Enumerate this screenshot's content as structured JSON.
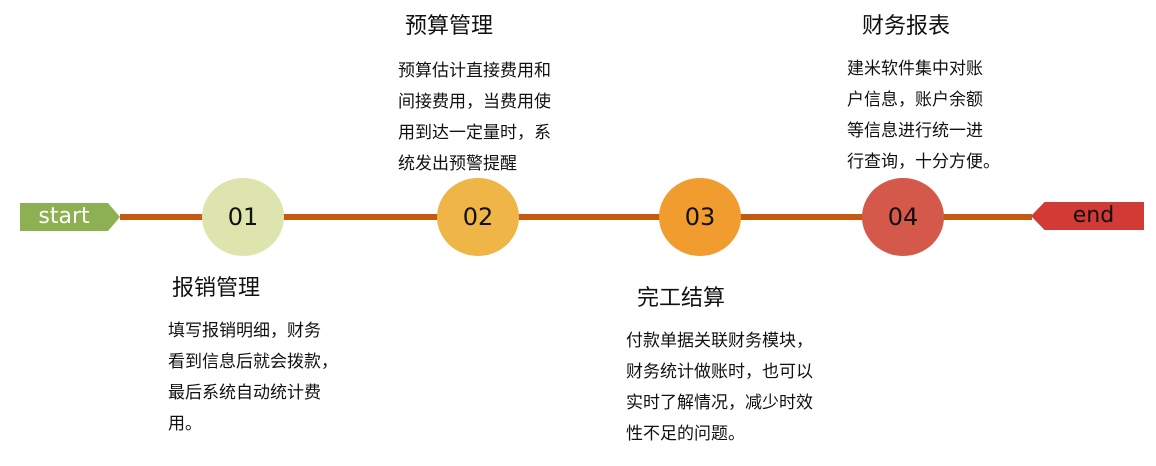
{
  "start_label": "start",
  "end_label": "end",
  "colors": {
    "line": "#c55a11",
    "start": "#8cb052",
    "end": "#d13a35",
    "step1": "#dee4ad",
    "step2": "#efb546",
    "step3": "#f19c2e",
    "step4": "#d5594a"
  },
  "steps": [
    {
      "number": "01",
      "title": "报销管理",
      "lines": [
        "填写报销明细，财务",
        "看到信息后就会拨款，",
        "最后系统自动统计费",
        "用。"
      ]
    },
    {
      "number": "02",
      "title": "预算管理",
      "lines": [
        "预算估计直接费用和",
        "间接费用，当费用使",
        "用到达一定量时，系",
        "统发出预警提醒"
      ]
    },
    {
      "number": "03",
      "title": "完工结算",
      "lines": [
        "付款单据关联财务模块，",
        "财务统计做账时，也可以",
        "实时了解情况，减少时效",
        "性不足的问题。"
      ]
    },
    {
      "number": "04",
      "title": "财务报表",
      "lines": [
        "建米软件集中对账",
        "户信息，账户余额",
        "等信息进行统一进",
        "行查询，十分方便。"
      ]
    }
  ]
}
